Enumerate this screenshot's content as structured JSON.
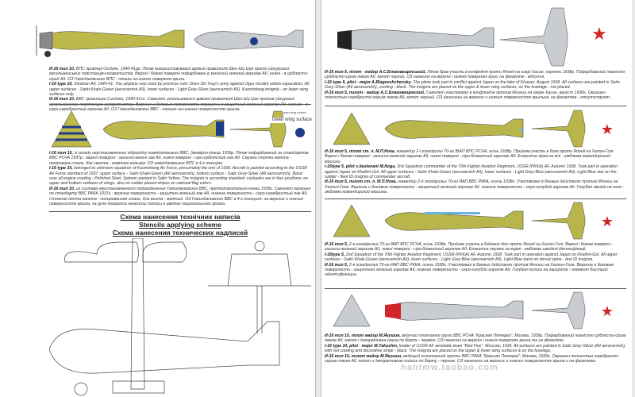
{
  "left": {
    "block1": [
      {
        "title": "И-16 тип 10,",
        "text": "ВПС провінції Сіндзян, 1940-41рр. Літак використовувався армією правителя Шен-Ши Цая проти уйгурських мусульманських повстанців-сепаратистів. Верхні і бокові поверхні пофарбовані в захисний зелений аеролак АII, нижні - в сріблясто-сірий АII. ОЗ Гомінданівських ВПС - тільки на нижніх поверхнях крила."
      },
      {
        "title": "I-16 type 10,",
        "text": "Sindzian AF, 1940-41. The airplane was used by province ruler Shen-Shi Tsay's army against Uigur muslim rebels-separatists. All upper surfaces - Satin Khaki-Green (aerovarnish AII), lower surfaces - Light Gray-Silver (aerovarnish AII). Kuomintang insignia - on lower wing surfaces only."
      },
      {
        "title": "И-16 тип 10,",
        "text": "ВВС провинции Синдзян, 1940-41гг. Самолет использовался армией правителя Шен-Ши Цая против уйгурских мусульманских повстанцев-сепаратистов. Верхние и боковые поверхности окрашены в защитный зеленый аэролак АII, нижние - в серо-серебристый аэролак АII. ОЗ Гоминдановских ВВС - только на нижних поверхностях крыла."
      }
    ],
    "block2": [
      {
        "title": "І-16 тип 10,",
        "text": "зі складу неустановленого підрозділу гомінданівських ВВС, (імовірно кінець 1939р. Літак пофарбований за стандартом ВВС РСЧА 1937р.: верхні поверхні - захисно-зелені лак АII, нижні поверхні - сіро-сріблястий лак АII. Смужка стрічка капота - полірована сталь. Кок гвинта - жовтого кольору. ОЗ гомінданівських ВПС в 4-х позиціях."
      },
      {
        "title": "I-16 type 10,",
        "text": "belonged to unknown squadron of Kuomintang Air Force, presumably the end of 1939. Aircraft is painted according to the USSR Air Force standard of 1937: upper surface - Satin Khaki-Green (AII aerovarnish), bottom surface - Satin Grey-Silver (AII aerovarnish). Band over all engine cowling - Polished Steel. Spinner painted in Satin Yellow. The insignia is according standard: cockades are in four positions: on upper and bottom surfaces of wings, also on rudder placed stripes on national flag colors."
      },
      {
        "title": "И-16 тип 10,",
        "text": "из состава неустановленного подразделения Гоминдановских ВВС, предположительно конец 1939г. Самолет окрашен по стандарту ВВС РККА 1937г.: верхние поверхности - защитно-зеленый лак АII, нижние поверхности - серо-серебристый лак АII. Стяжная лента капота - полированная сталь. Кок винта - желтый. ОЗ Гоминдановских ВВС в 4-х позициях: на верхних и нижних поверхностях крыла, на руле поворота нанесены полосы в цветах национального флага."
      }
    ],
    "stencil_headings": [
      "Схема нанесення технічних написів",
      "Stencils applying scheme",
      "Схема нанесения технических надписей"
    ]
  },
  "right": {
    "blocks": [
      [
        {
          "title": "И-16 тип 5, пілот - майор А.С.Благовещенський.",
          "text": "Літак брав участь в конфлікті проти Японії на озері Хасан, серпень 1938р. Пофарбований повністю сріблясто-сірим лаком АII, капот чорний. ОЗ нанесені на верхніх і нижніх поверхнях крил, на фюзеляжі - відсутні."
        },
        {
          "title": "I-16 type 5, pilot - major A.Blagovshchensky.",
          "text": "The plane took part in conflict against Japan on the lake of Khasan, August 1938. All surfaces are painted in Satin Grey-Silver (AII aerovarnish), cowling - black. The insignia are placed on the upper & lower wing surfaces, on the fuselage - not placed."
        },
        {
          "title": "И-16 тип 5, пилот - майор А.С.Благовещенский.",
          "text": "Самолет участвовал в конфликте против Японии на озере Хасан, август 1938г. Окрашен полностью серебристо-серым лаком АII, капот черный. ОЗ нанесены на верхних и нижних поверхностях крыльев, на фюзеляже - отсутствуют."
        }
      ],
      [
        {
          "title": "И-16 тип 5, пілот ст. л. М.П.Нога,",
          "text": "командир 2-ї ескадрильї 70-го ВІАП ВПС РСЧА, осінь 1938р. Прийняв участь в боях проти Японії на Халхін-Голі. Верхні і бокові поверхні - захисно-зелений аеролак АII, нижні поверхні - сіро-блакитний аеролак АII. Блакитна зірка на кілі - емблема командирської машини."
        },
        {
          "title": "I-16type 5, pilot s.lieutenant M.Noga,",
          "text": "2nd Squadron commander of the 70th Fighter Aviation Regiment, USSR (PKKA) AF, Autumn 1938. Took part in operation against Japan on Khalhin-Gol. All upper surfaces - Satin Khaki-Green (aerovarnish AII), lower surfaces - Light Grey-Blue (aerovarnish AII). Light-Blue star on the rudder - fleet ID insignia of commander aircraft."
        },
        {
          "title": "И-16 тип 5, пилот ст. л. М.П.Нога,",
          "text": "командир 2-й эскадрильи 70-го ИАП ВВС РККА, осень 1938г. Участвовал в боевых действиях против Японии на Халхин-Голе. Верхние и боковые поверхности - защитный зеленый аэролак АII, нижние поверхности - серо-голубой аэролак АII. Голубая звезда на киле - эмблема командирской машины."
        }
      ],
      [
        {
          "title": "И-16 тип 5,",
          "text": "2-а ескадрилья 70-го ВАП ВПС РСЧА, осінь 1938р. Прийняв участь в бойових діях проти Японії на Халхін-Голі. Верхні і бокові поверхні - захисно-зелений аеролак АII, нижні поверхні - сіро-блакитний аеролак АII. Блакитна смужка на кермі - емблема швидкої ідентифікації."
        },
        {
          "title": "I-16type 5,",
          "text": "2nd Squadron of the 70th Fighter Aviation Regiment, USSR (PKKA) AF, Autumn 1938. Took part in operation against Japan on Khalhin-Gol. All upper surfaces - Satin Khaki-Green (aerovarnish AII), lower surfaces - Light Grey-Blue (aerovarnish AII). Light-Blue band on dorsal spine - fast ID insignia."
        },
        {
          "title": "И-16 тип 5,",
          "text": "2-я эскадрилья 70-го ИАП ВВС РККА, осень 1938г. Участвовал в боевых действиях против Японии на Халхин-Голе. Верхние и боковые поверхности - защитный зеленый аэролак АII, нижние поверхности - серо-голубой аэролак АII. Голубая полоса на гаргроте - элемент быстрой идентификации."
        }
      ],
      [
        {
          "title": "И-16 тип 10, пілот майор М.Якушин,",
          "text": "ведучий пілотажної групи ВВС РСЧА \"Красная Пятерка\", Москва, 1939р. Пофарбований повністю сріблясто-сірим лаком АII, капот і декоративна смуга по борту - червоні. ОЗ нанесені на верхніх і нижніх поверхнях крила та на фюзеляжі."
        },
        {
          "title": "I-16 type 10, pilot - major M.Yakushin,",
          "text": "leader of USSR AF aerobatic team \"Red Five\", Moscow, 1939. All surfaces are painted in Satin Grey-Silver (AII aerovarnish), with red cowling and decorative stripe - black. The insignia are placed on the upper & lower wing surfaces & on the fuselage."
        },
        {
          "title": "И-16 тип 10, пилот майор М.Якушин,",
          "text": "ведущий пилотажной группы ВВС РККА \"Красная Пятерка\", Москва, 1939г. Окрашен полностью серебристо-серым лаком АII, капот и декоративная полоса по борту - черные. ОЗ нанесены на верхних и нижних поверхностях крыла и на фюзеляже."
        }
      ]
    ]
  },
  "labels": {
    "upper": "upper wing surface",
    "lower": "lower wing surface"
  },
  "watermark": "hantmw.taobao.com",
  "colors": {
    "khaki_green": "#b8b54a",
    "grey_silver": "#c9ccd0",
    "grey_blue": "#a9c6d8",
    "red_star": "#d0262a",
    "black": "#222222"
  }
}
